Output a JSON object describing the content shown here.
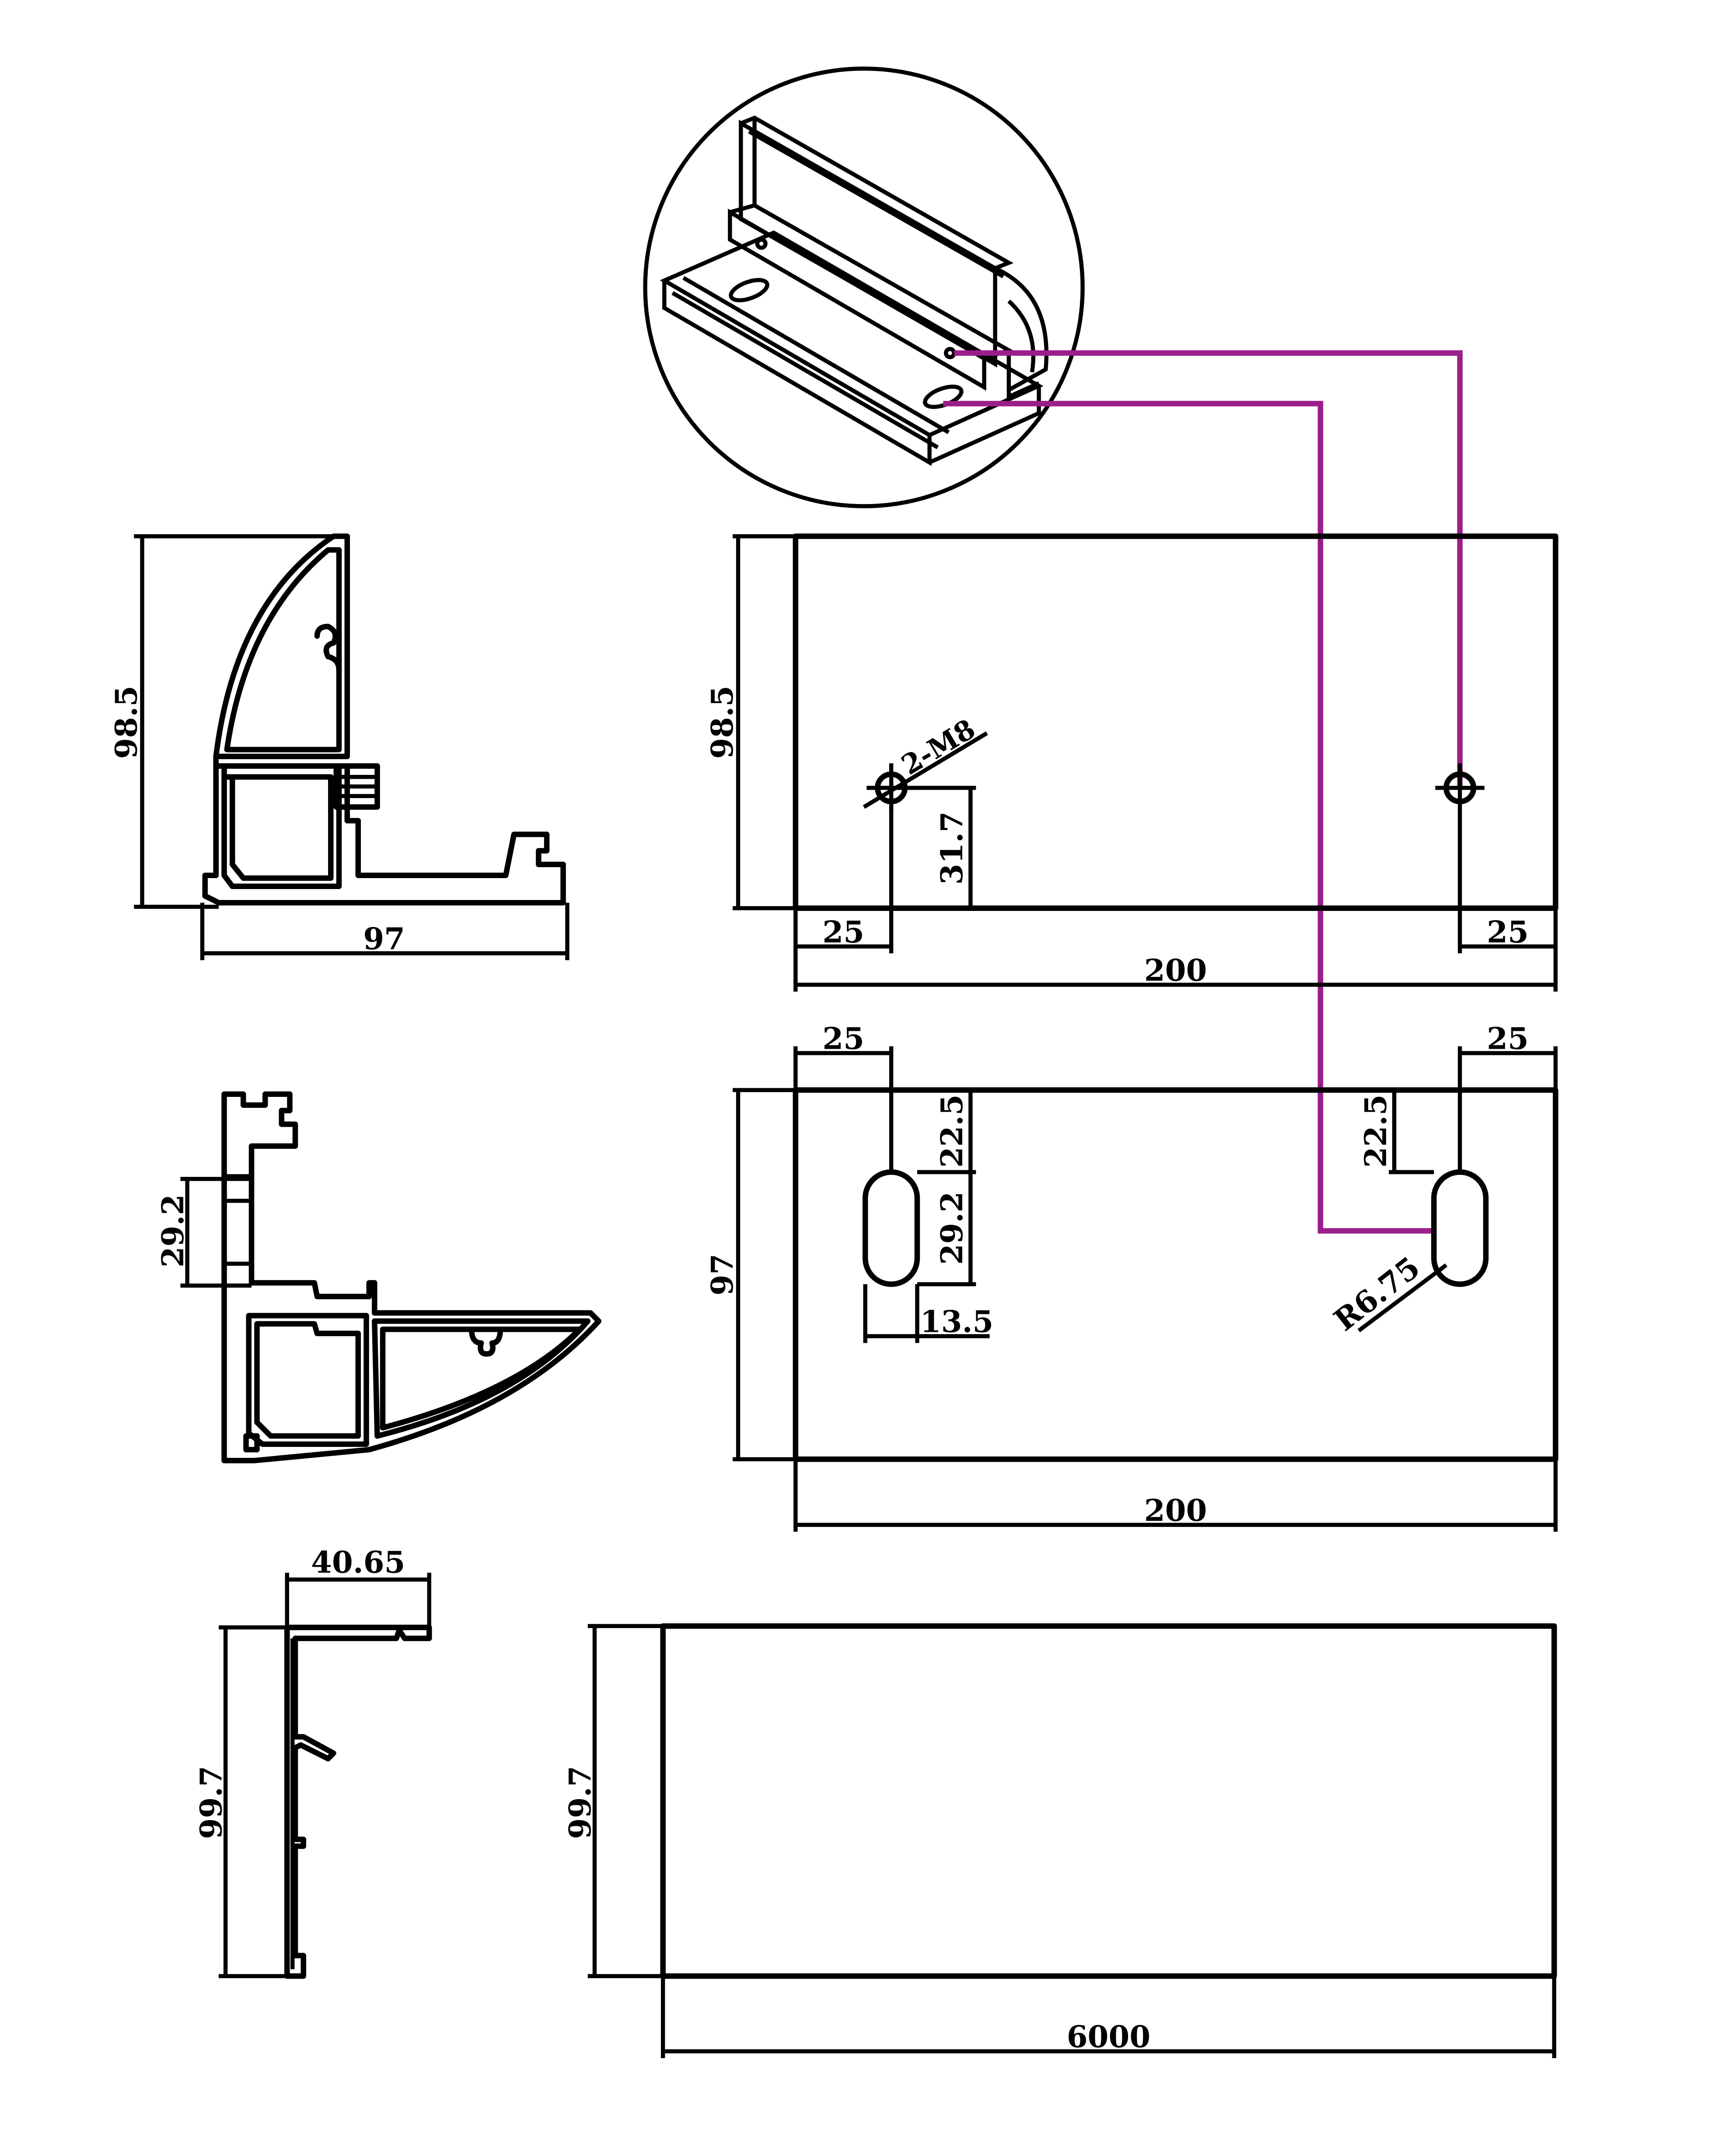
{
  "colors": {
    "background": "#ffffff",
    "line": "#000000",
    "leader": "#9b1e8a"
  },
  "labels": {
    "profile1_height": "98.5",
    "profile1_width": "97",
    "front_height": "98.5",
    "front_hole_note": "2-M8",
    "front_hole_height": "31.7",
    "front_left_offset": "25",
    "front_right_offset": "25",
    "front_width": "200",
    "profile2_slot": "29.2",
    "plan_left_offset": "25",
    "plan_right_offset": "25",
    "plan_slot_top_left": "22.5",
    "plan_slot_top_right": "22.5",
    "plan_slot_length": "29.2",
    "plan_slot_width": "13.5",
    "plan_slot_radius": "R6.75",
    "plan_height": "97",
    "plan_width": "200",
    "profile3_width": "40.65",
    "profile3_height": "99.7",
    "long_height": "99.7",
    "long_length": "6000"
  }
}
